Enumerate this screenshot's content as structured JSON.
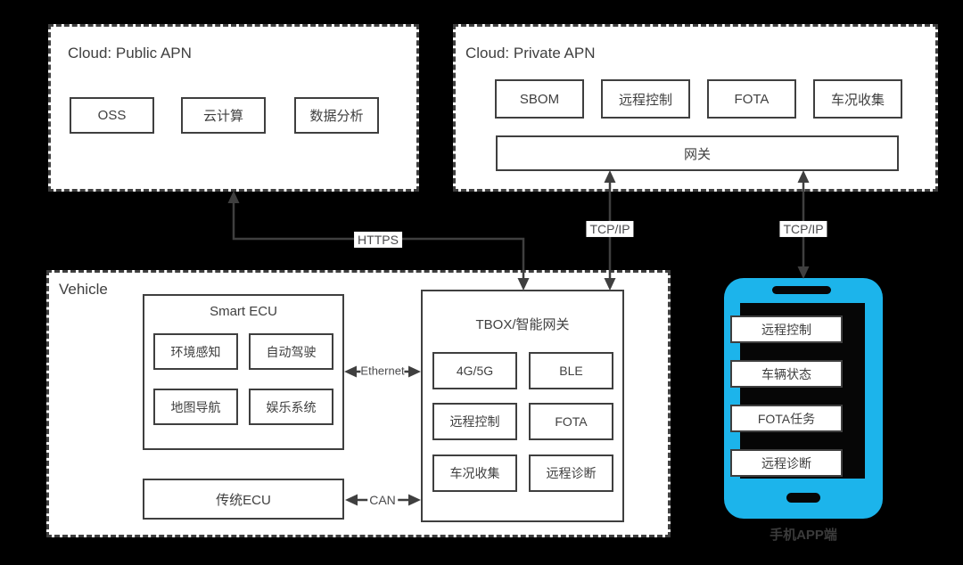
{
  "colors": {
    "background": "#000000",
    "panel": "#ffffff",
    "line": "#3f3f3f",
    "phone_accent": "#1cb4eb"
  },
  "public_apn": {
    "title": "Cloud: Public APN",
    "items": [
      "OSS",
      "云计算",
      "数据分析"
    ]
  },
  "private_apn": {
    "title": "Cloud: Private APN",
    "items": [
      "SBOM",
      "远程控制",
      "FOTA",
      "车况收集"
    ],
    "gateway": "网关"
  },
  "vehicle": {
    "title": "Vehicle",
    "smart_ecu": {
      "title": "Smart ECU",
      "items": [
        "环境感知",
        "自动驾驶",
        "地图导航",
        "娱乐系统"
      ]
    },
    "legacy_ecu": "传统ECU",
    "tbox": {
      "title": "TBOX/智能网关",
      "items": [
        "4G/5G",
        "BLE",
        "远程控制",
        "FOTA",
        "车况收集",
        "远程诊断"
      ]
    }
  },
  "phone": {
    "items": [
      "远程控制",
      "车辆状态",
      "FOTA任务",
      "远程诊断"
    ],
    "caption": "手机APP端"
  },
  "links": {
    "https": "HTTPS",
    "tcpip_left": "TCP/IP",
    "tcpip_right": "TCP/IP",
    "ethernet": "Ethernet",
    "can": "CAN"
  }
}
